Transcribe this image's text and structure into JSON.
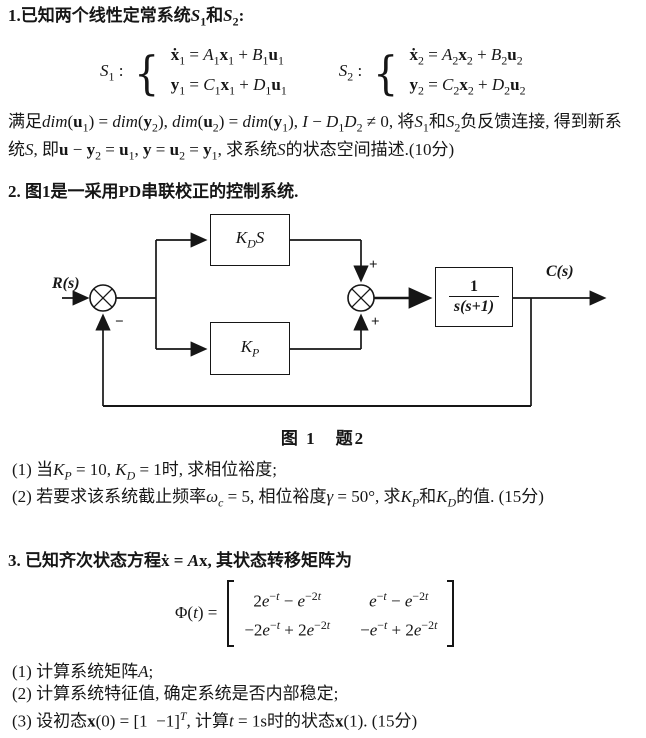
{
  "doc": {
    "problem1": {
      "heading": "1.已知两个线性定常系统~{S}_{1}和~{S}_{2}:",
      "brace": "{",
      "systems": [
        {
          "label": "~{S}_{1} :",
          "eq1": "*{ẋ}_{1} = ~{A}_{1}*{x}_{1} + ~{B}_{1}*{u}_{1}",
          "eq2": "*{y}_{1} = ~{C}_{1}*{x}_{1} + ~{D}_{1}*{u}_{1}"
        },
        {
          "label": "~{S}_{2} :",
          "eq1": "*{ẋ}_{2} = ~{A}_{2}*{x}_{2} + ~{B}_{2}*{u}_{2}",
          "eq2": "*{y}_{2} = ~{C}_{2}*{x}_{2} + ~{D}_{2}*{u}_{2}"
        }
      ],
      "body": "满足~{dim}(*{u}_{1}) = ~{dim}(*{y}_{2}), ~{dim}(*{u}_{2}) = ~{dim}(*{y}_{1}), ~{I} − ~{D}_{1}~{D}_{2} ≠ 0, 将~{S}_{1}和~{S}_{2}负反馈连接, 得到新系统~{S}, 即*{u} − *{y}_{2} = *{u}_{1}, *{y} = *{u}_{2} = *{y}_{1}, 求系统~{S}的状态空间描述.(10分)"
    },
    "problem2": {
      "heading": "2. 图1是一采用PD串联校正的控制系统.",
      "diagram": {
        "input_label": "R(s)",
        "output_label": "C(s)",
        "kd_block": "~{K}_{~{D}}~{S}",
        "kp_block": "~{K}_{~{P}}",
        "plant_numerator": "1",
        "plant_denominator": "s(s+1)",
        "sum2_sign_top": "+",
        "sum2_sign_bottom": "+",
        "sum1_sign": "−",
        "caption": "图 1　题2"
      },
      "q1": "(1) 当~{K}_{~{P}} = 10, ~{K}_{~{D}} = 1时, 求相位裕度;",
      "q2": "(2) 若要求该系统截止频率~{ω}_{~{c}} = 5, 相位裕度~{γ} = 50°, 求~{K}_{~{P}}和~{K}_{~{D}}的值. (15分)"
    },
    "problem3": {
      "heading": "3. 已知齐次状态方程*{ẋ} = ~{A}*{x}, 其状态转移矩阵为",
      "phi_label": "Φ(~{t}) =",
      "matrix": {
        "m11": "2~{e}^{−~{t}} − ~{e}^{−2~{t}}",
        "m12": "~{e}^{−~{t}} − ~{e}^{−2~{t}}",
        "m21": "−2~{e}^{−~{t}} + 2~{e}^{−2~{t}}",
        "m22": "−~{e}^{−~{t}} + 2~{e}^{−2~{t}}"
      },
      "q1": "(1) 计算系统矩阵~{A};",
      "q2": "(2) 计算系统特征值, 确定系统是否内部稳定;",
      "q3": "(3) 设初态*{x}(0) = [1  −1]^{~{T}}, 计算~{t} = 1s时的状态*{x}(1). (15分)"
    }
  }
}
